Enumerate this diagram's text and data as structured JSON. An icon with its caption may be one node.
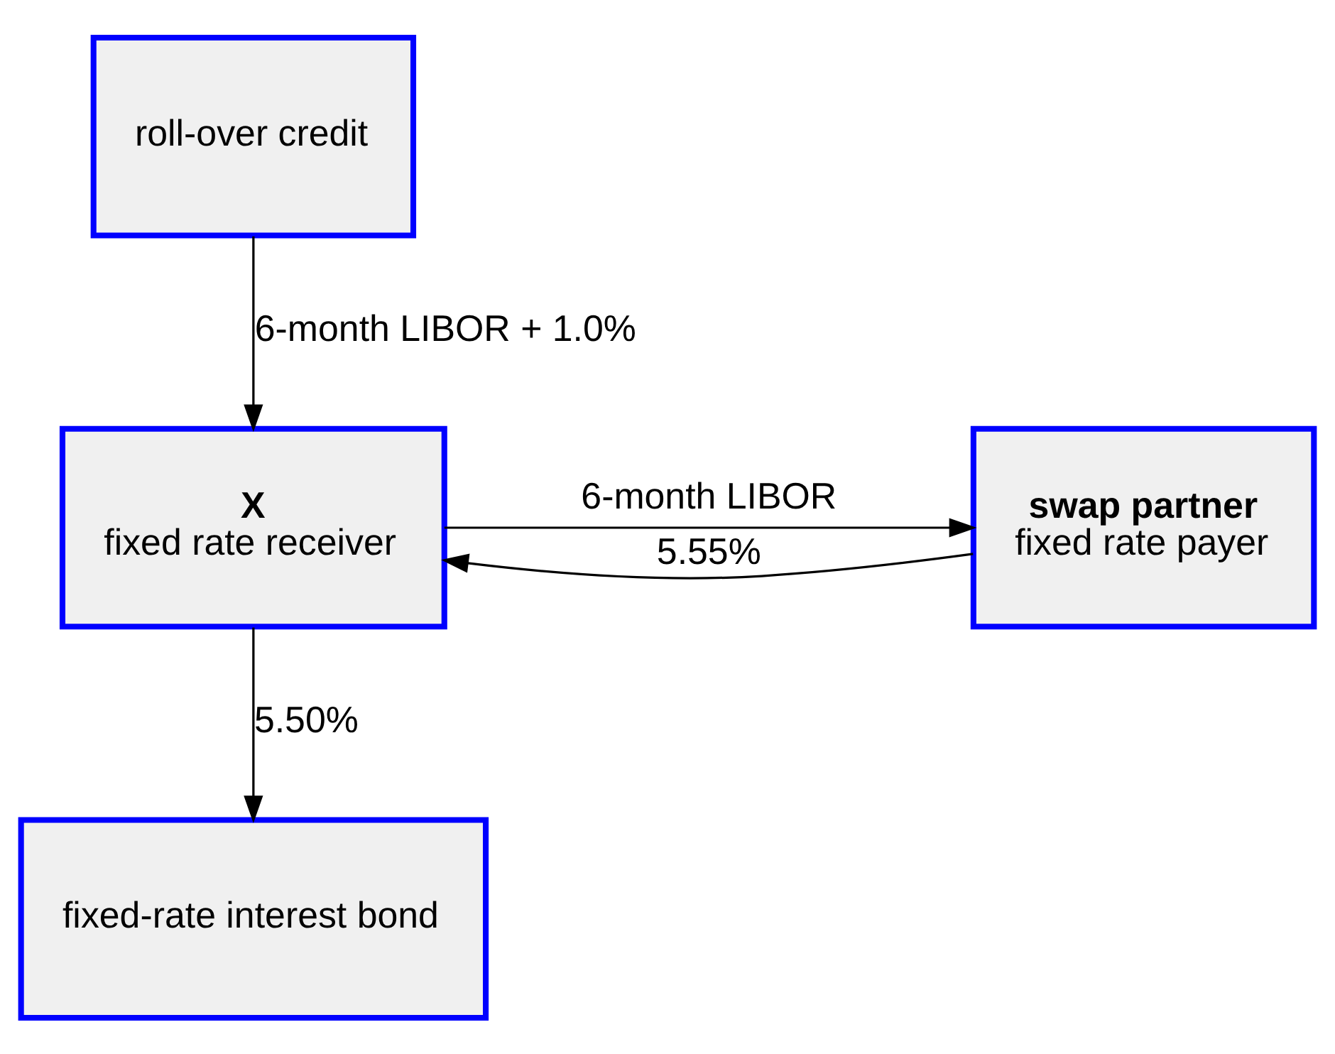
{
  "diagram": {
    "nodes": [
      {
        "text": [
          "roll-over credit"
        ]
      },
      {
        "text": [
          "X",
          "fixed rate receiver"
        ]
      },
      {
        "text": [
          "swap partner",
          "fixed rate payer"
        ]
      },
      {
        "text": [
          "fixed-rate interest bond"
        ]
      }
    ],
    "edges": [
      {
        "from": 0,
        "to": 1,
        "arrow": "to",
        "label": "6-month LIBOR + 1.0%"
      },
      {
        "from": 1,
        "to": 2,
        "arrow": "to",
        "label": "6-month LIBOR"
      },
      {
        "from": 2,
        "to": 1,
        "arrow": "to",
        "label": "5.55%"
      },
      {
        "from": 1,
        "to": 3,
        "arrow": "to",
        "label": "5.50%"
      }
    ]
  }
}
